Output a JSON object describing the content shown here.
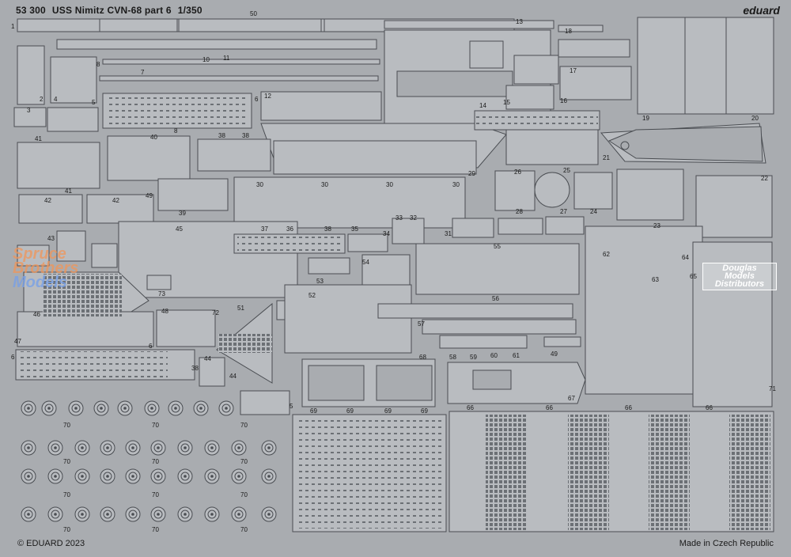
{
  "header": {
    "code": "53 300",
    "title": "USS Nimitz CVN-68 part 6",
    "scale": "1/350",
    "brand": "eduard"
  },
  "footer": {
    "copyright": "© EDUARD 2023",
    "origin": "Made in Czech Republic"
  },
  "watermarks": {
    "left": [
      "Spruce",
      "Brothers",
      "Models"
    ],
    "right": [
      "Douglas",
      "Models",
      "Distributors"
    ]
  },
  "part_numbers": {
    "p1": "1",
    "p50": "50",
    "p13": "13",
    "p18": "18",
    "p8a": "8",
    "p7": "7",
    "p10": "10",
    "p11": "11",
    "p2": "2",
    "p4": "4",
    "p5": "5",
    "p3": "3",
    "p6a": "6",
    "p12": "12",
    "p14": "14",
    "p15": "15",
    "p16": "16",
    "p17": "17",
    "p19": "19",
    "p20": "20",
    "p21": "21",
    "p22": "22",
    "p41a": "41",
    "p40": "40",
    "p8b": "8",
    "p38a": "38",
    "p38b": "38",
    "p29": "29",
    "p26": "26",
    "p25": "25",
    "p24": "24",
    "p23": "23",
    "p41b": "41",
    "p49a": "49",
    "p42a": "42",
    "p42b": "42",
    "p39": "39",
    "p30a": "30",
    "p30b": "30",
    "p30c": "30",
    "p30d": "30",
    "p28": "28",
    "p27": "27",
    "p33": "33",
    "p32": "32",
    "p31": "31",
    "p43": "43",
    "p45": "45",
    "p37": "37",
    "p36": "36",
    "p38c": "38",
    "p35": "35",
    "p34": "34",
    "p55": "55",
    "p62": "62",
    "p64": "64",
    "p65": "65",
    "p63": "63",
    "p73": "73",
    "p53": "53",
    "p54": "54",
    "p56": "56",
    "p46": "46",
    "p72": "72",
    "p51": "51",
    "p52": "52",
    "p48": "48",
    "p57": "57",
    "p47": "47",
    "p6b": "6",
    "p6c": "6",
    "p58": "58",
    "p59": "59",
    "p60": "60",
    "p61": "61",
    "p49b": "49",
    "p44a": "44",
    "p44b": "44",
    "p38d": "38",
    "p68": "68",
    "p67": "67",
    "p71": "71",
    "p5b": "5",
    "p70a": "70",
    "p70b": "70",
    "p70c": "70",
    "p70d": "70",
    "p70e": "70",
    "p70f": "70",
    "p70g": "70",
    "p70h": "70",
    "p70i": "70",
    "p70j": "70",
    "p70k": "70",
    "p70l": "70",
    "p69a": "69",
    "p69b": "69",
    "p69c": "69",
    "p69d": "69",
    "p66a": "66",
    "p66b": "66",
    "p66c": "66",
    "p66d": "66"
  },
  "colors": {
    "fret": "#a9acb0",
    "part_outline": "#4a4d52",
    "part_fill": "#b9bcc0",
    "etched": "#8e9196"
  }
}
